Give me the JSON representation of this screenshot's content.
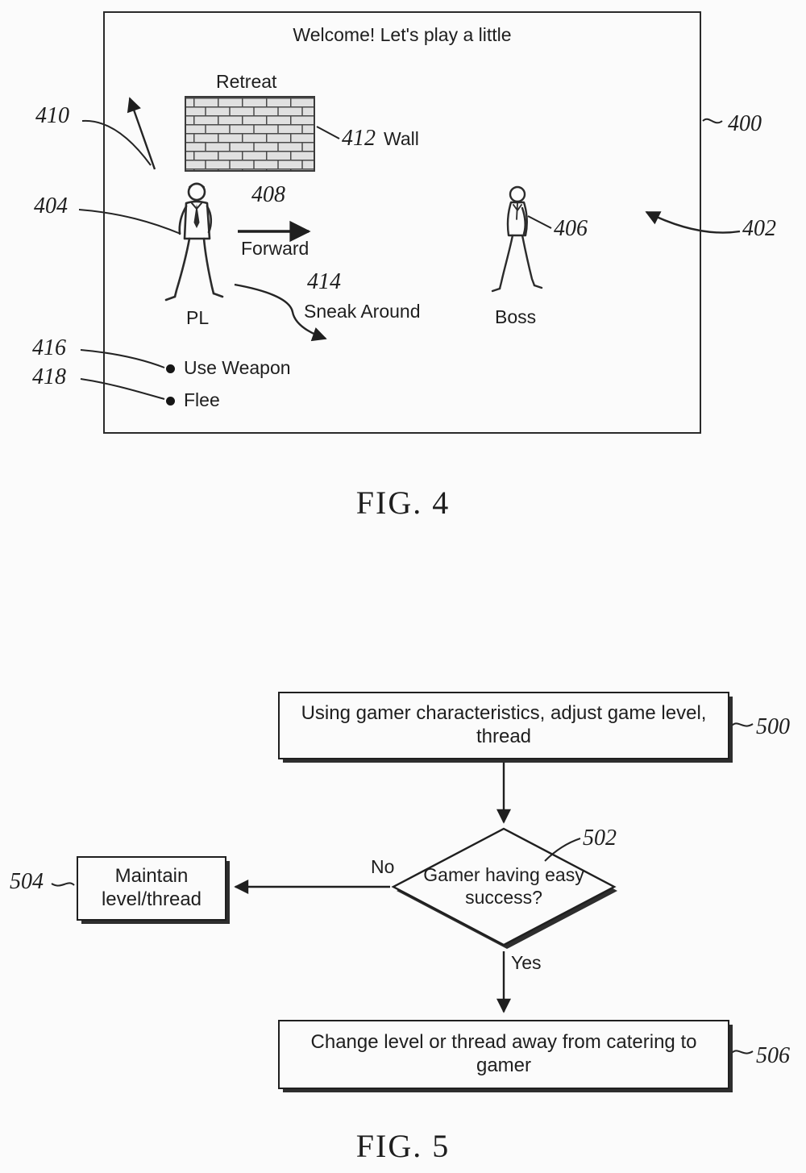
{
  "fig4": {
    "title": "Welcome! Let's play a little",
    "screen_ref": "400",
    "cursor_ref": "402",
    "retreat": {
      "ref": "410",
      "label": "Retreat"
    },
    "wall": {
      "ref": "412",
      "label": "Wall"
    },
    "player": {
      "ref": "404",
      "label": "PL"
    },
    "boss": {
      "ref": "406",
      "label": "Boss"
    },
    "forward": {
      "ref": "408",
      "label": "Forward"
    },
    "sneak": {
      "ref": "414",
      "label": "Sneak Around"
    },
    "use_weapon": {
      "ref": "416",
      "label": "Use Weapon"
    },
    "flee": {
      "ref": "418",
      "label": "Flee"
    },
    "caption": "FIG. 4"
  },
  "fig5": {
    "start": {
      "ref": "500",
      "text": "Using gamer characteristics, adjust game level, thread"
    },
    "decision": {
      "ref": "502",
      "text": "Gamer having easy success?",
      "no_label": "No",
      "yes_label": "Yes"
    },
    "maintain": {
      "ref": "504",
      "text": "Maintain level/thread"
    },
    "change": {
      "ref": "506",
      "text": "Change level or thread away from catering to gamer"
    },
    "caption": "FIG. 5"
  },
  "colors": {
    "ink": "#2a2a2a",
    "background": "#fbfbfb"
  }
}
